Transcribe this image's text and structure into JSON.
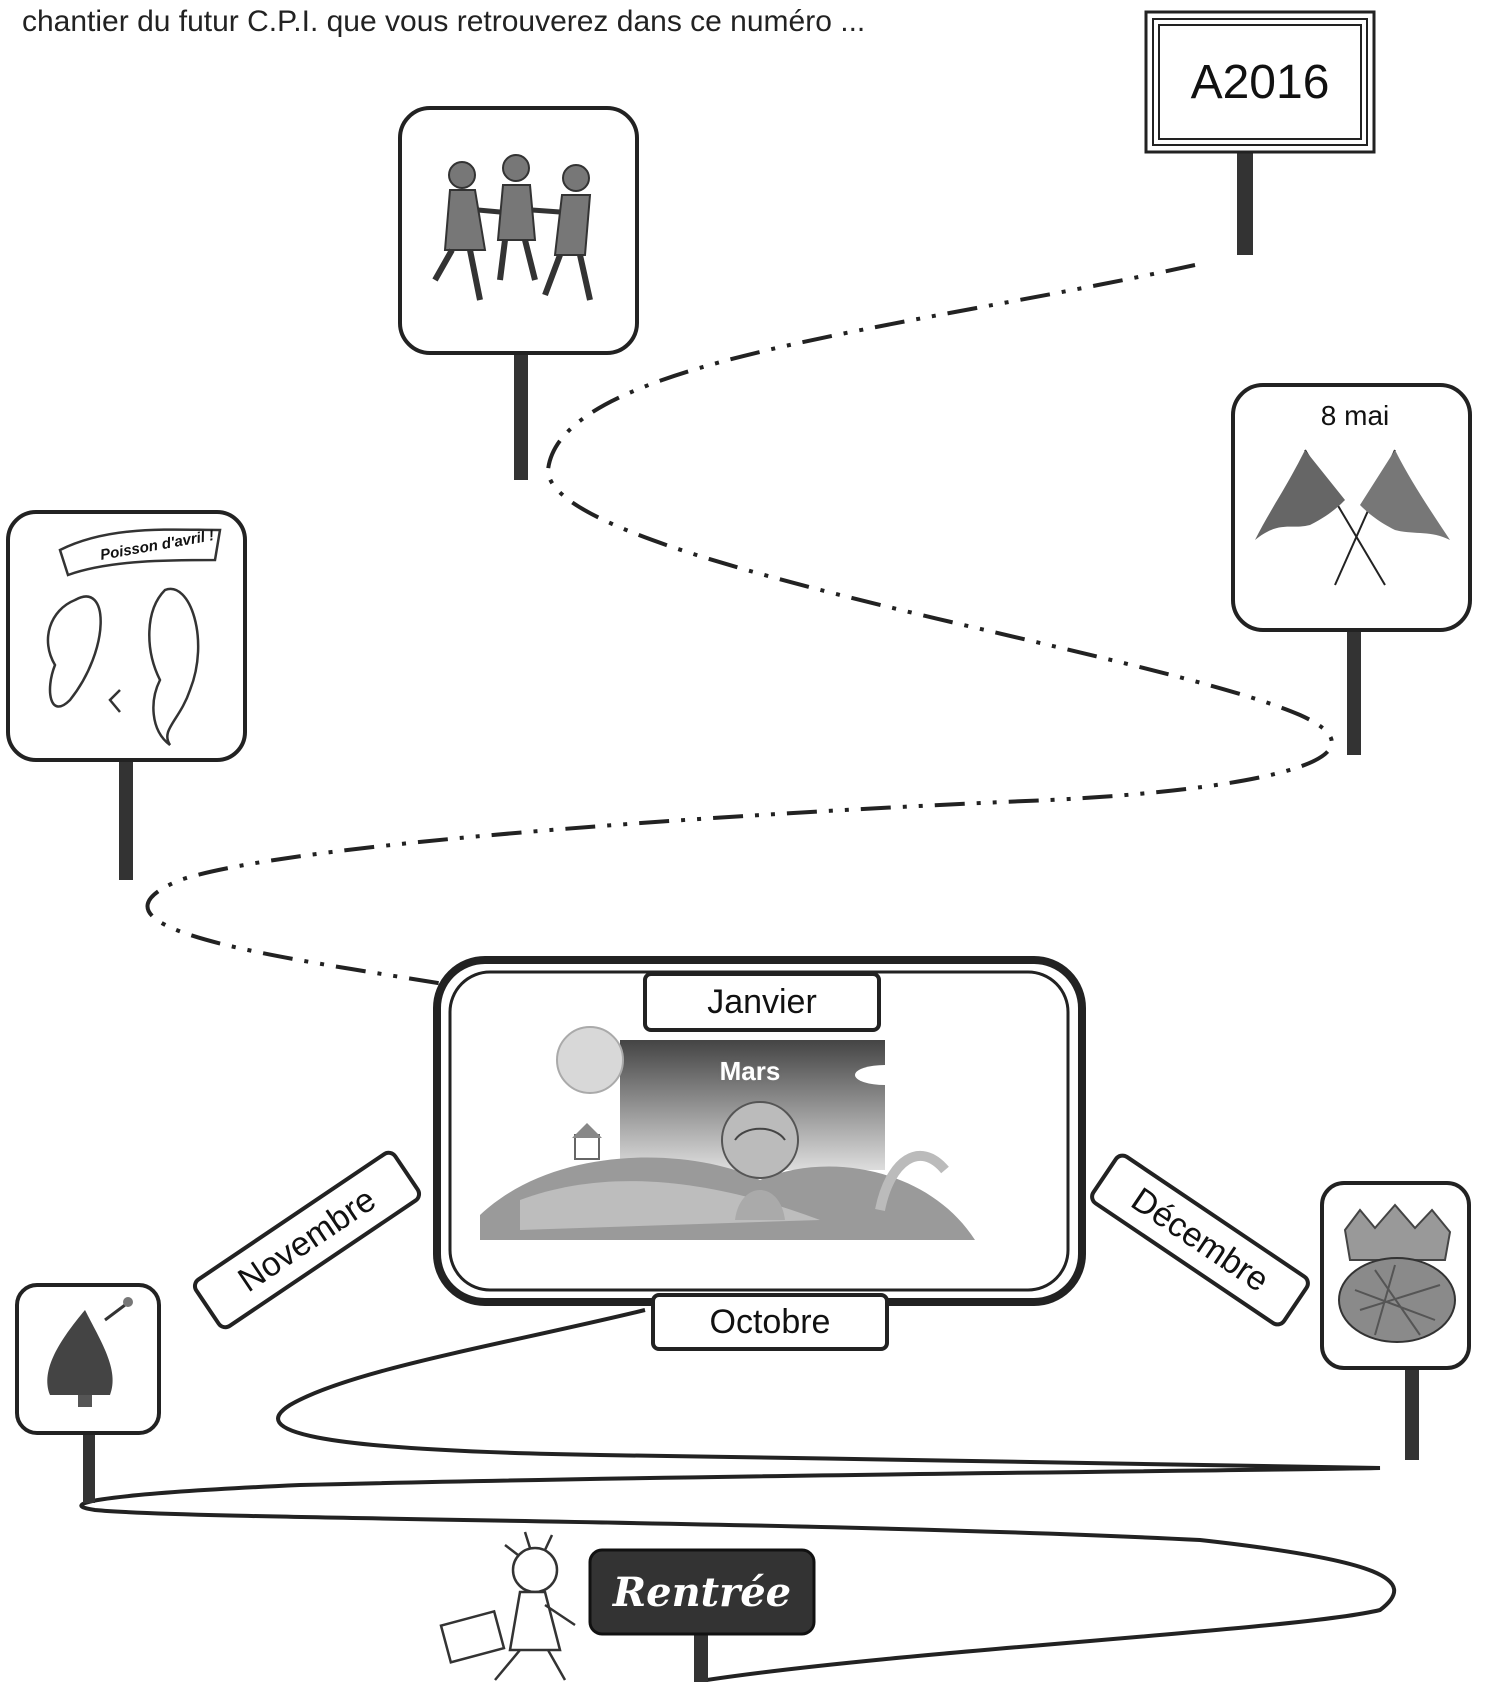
{
  "intro_text": "chantier du futur C.P.I. que vous retrouverez dans ce numéro ...",
  "signs": {
    "end": "A2016",
    "may": "8 mai",
    "january": "Janvier",
    "march": "Mars",
    "october": "Octobre",
    "november": "Novembre",
    "december": "Décembre",
    "start": "Rentrée",
    "april_banner": "Poisson d'avril !"
  },
  "icons": {
    "may": "crossed-flags-icon",
    "june": "children-dancing-icon",
    "april": "april-fish-icon",
    "january": "spring-landscape-icon",
    "november": "christmas-tree-icon",
    "december": "kings-cake-crown-icon",
    "start": "schoolboy-running-icon"
  },
  "colors": {
    "ink": "#222222",
    "start_sign": "#333333"
  }
}
